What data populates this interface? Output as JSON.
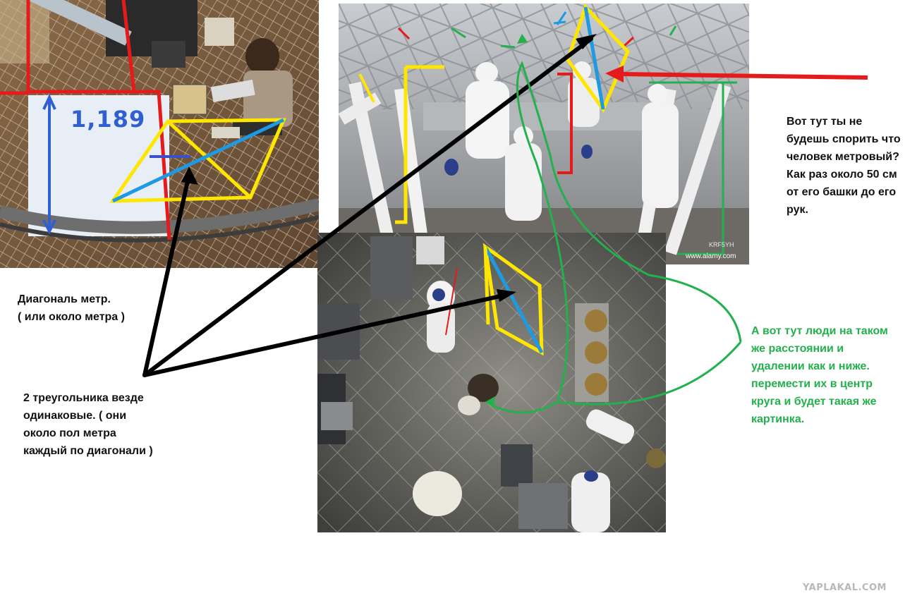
{
  "annotations": {
    "length_label": "1,189",
    "caption_meter": "Диагональ метр.\n( или около метра )",
    "caption_triangles": "2 треугольника везде\nодинаковые. ( они\nоколо пол метра\nкаждый по диагонали )",
    "caption_person": "Вот тут ты не\nбудешь спорить что\nчеловек метровый?\nКак раз около 50 см\nот его башки до его\nрук.",
    "caption_people": "А вот тут люди на таком\nже расстоянии и\nудалении как и ниже.\nперемести их в центр\nкруга и будет такая же\nкартинка."
  },
  "watermarks": {
    "alamy_code": "KRF5YH",
    "alamy_url": "www.alamy.com",
    "site": "YAPLAKAL.COM"
  },
  "colors": {
    "yellow": "#ffe600",
    "blue": "#1e9be0",
    "red": "#e51b1b",
    "black": "#000000",
    "green": "#22b14c",
    "length_label_blue": "#2f5fd0",
    "caption_green": "#22b14c",
    "watermark_gray": "#b8b8b8"
  }
}
